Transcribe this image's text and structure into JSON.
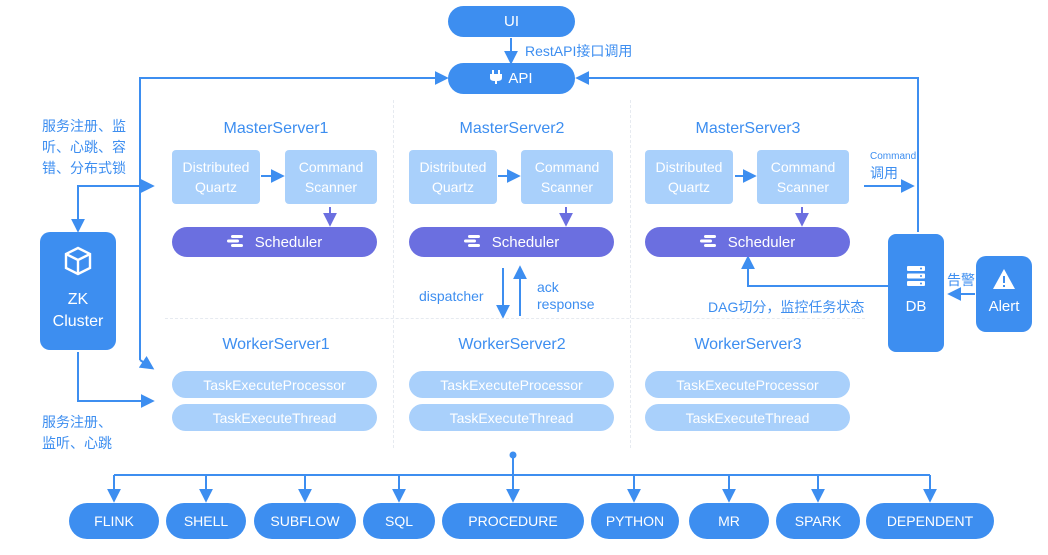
{
  "ui_label": "UI",
  "restapi_label": "RestAPI接口调用",
  "api_label": "API",
  "register_note_top": [
    "服务注册、监",
    "听、心跳、容",
    "错、分布式锁"
  ],
  "register_note_bottom": [
    "服务注册、",
    "监听、心跳"
  ],
  "zk": {
    "line1": "ZK",
    "line2": "Cluster"
  },
  "masters": [
    {
      "title": "MasterServer1",
      "box1": [
        "Distributed",
        "Quartz"
      ],
      "box2": [
        "Command",
        "Scanner"
      ],
      "scheduler": "Scheduler"
    },
    {
      "title": "MasterServer2",
      "box1": [
        "Distributed",
        "Quartz"
      ],
      "box2": [
        "Command",
        "Scanner"
      ],
      "scheduler": "Scheduler"
    },
    {
      "title": "MasterServer3",
      "box1": [
        "Distributed",
        "Quartz"
      ],
      "box2": [
        "Command",
        "Scanner"
      ],
      "scheduler": "Scheduler"
    }
  ],
  "workers": [
    {
      "title": "WorkerServer1",
      "processor": "TaskExecuteProcessor",
      "thread": "TaskExecuteThread"
    },
    {
      "title": "WorkerServer2",
      "processor": "TaskExecuteProcessor",
      "thread": "TaskExecuteThread"
    },
    {
      "title": "WorkerServer3",
      "processor": "TaskExecuteProcessor",
      "thread": "TaskExecuteThread"
    }
  ],
  "dispatcher_label": "dispatcher",
  "ack_label": [
    "ack",
    "response"
  ],
  "command_note": [
    "Command",
    "调用"
  ],
  "dag_note": "DAG切分，监控任务状态",
  "db_label": "DB",
  "alert_note": "告警",
  "alert_label": "Alert",
  "task_types": [
    "FLINK",
    "SHELL",
    "SUBFLOW",
    "SQL",
    "PROCEDURE",
    "PYTHON",
    "MR",
    "SPARK",
    "DEPENDENT"
  ],
  "colors": {
    "primary": "#3d8ef0",
    "light": "#a9d0fb",
    "scheduler": "#6b6fe0"
  }
}
